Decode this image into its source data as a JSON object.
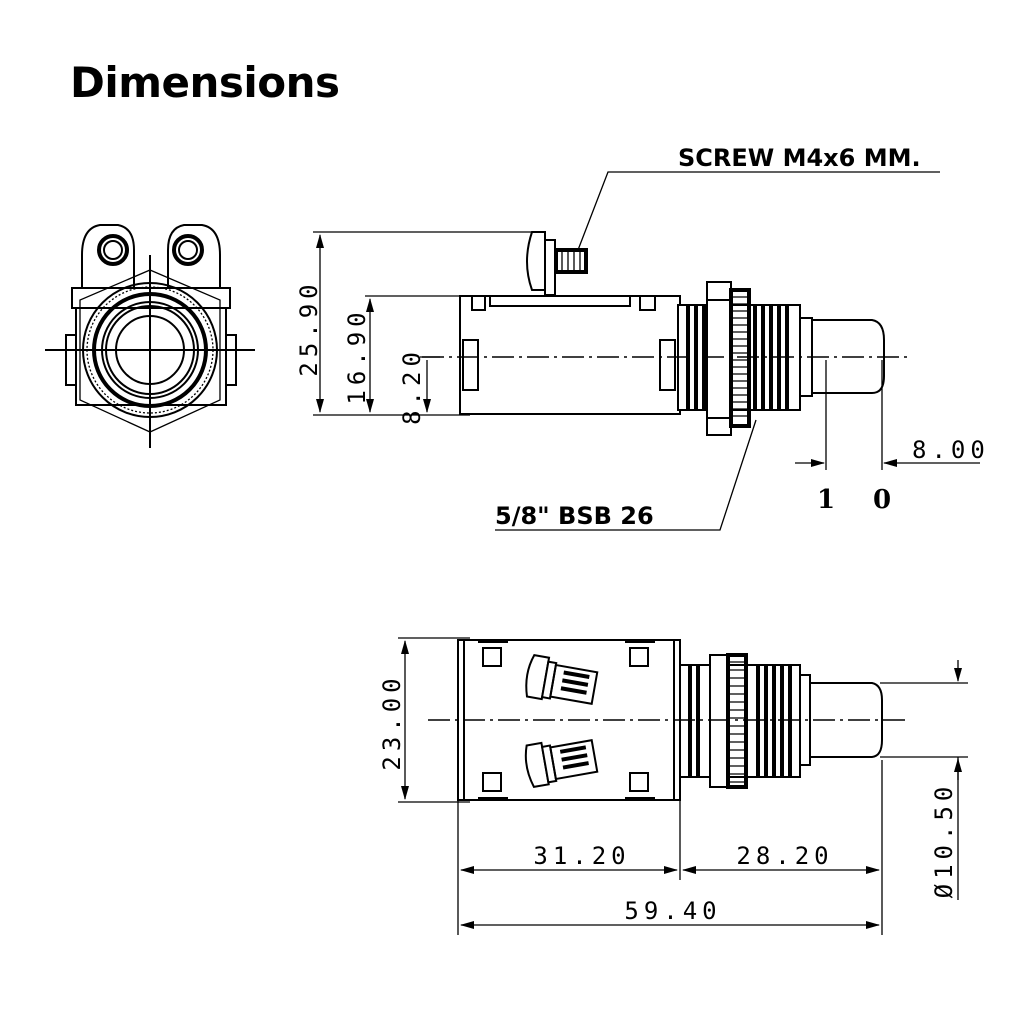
{
  "title": "Dimensions",
  "labels": {
    "screw": "SCREW M4x6 MM.",
    "thread": "5/8\" BSB 26",
    "position_on": "1",
    "position_off": "0"
  },
  "dimensions": {
    "total_height": "25.90",
    "body_height": "16.90",
    "center_height": "8.20",
    "stroke": "8.00",
    "body_width": "23.00",
    "body_length": "31.20",
    "front_length": "28.20",
    "total_length": "59.40",
    "button_diameter": "Ø10.50"
  }
}
